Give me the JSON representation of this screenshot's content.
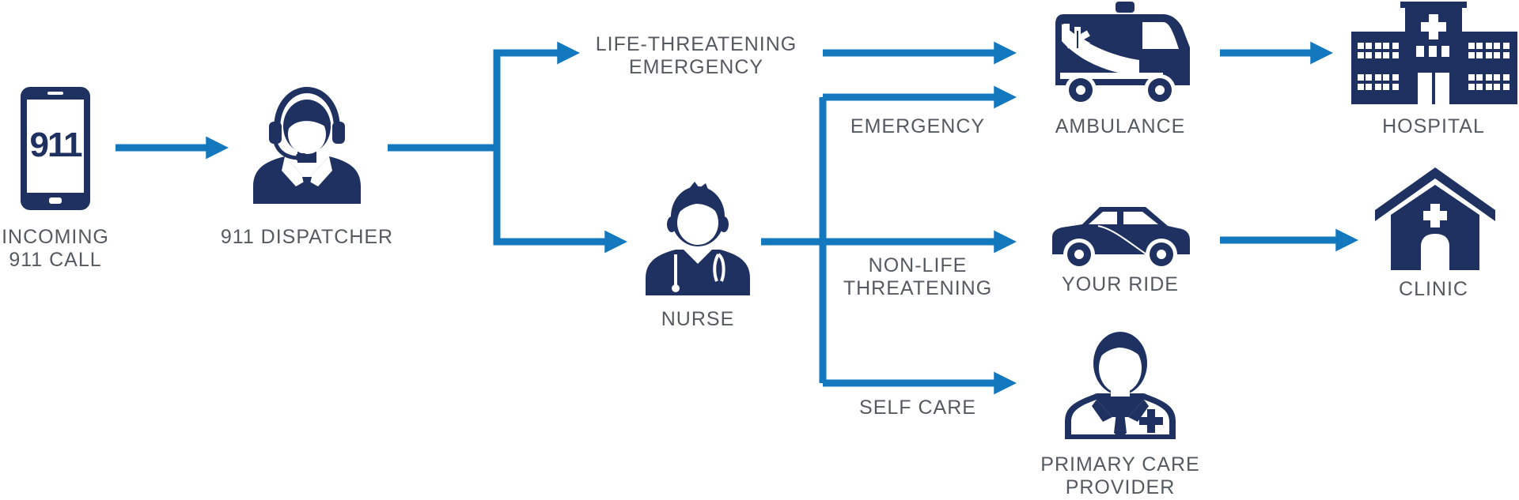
{
  "colors": {
    "arrow": "#1478be",
    "icon": "#1f3160",
    "label": "#555a60",
    "background": "#ffffff"
  },
  "nodes": {
    "incoming_call": {
      "label_line1": "INCOMING",
      "label_line2": "911 CALL",
      "icon": "smartphone-icon",
      "phone_text": "911"
    },
    "dispatcher": {
      "label": "911 DISPATCHER",
      "icon": "dispatcher-headset-icon"
    },
    "nurse": {
      "label": "NURSE",
      "icon": "nurse-stethoscope-icon"
    },
    "ambulance": {
      "label": "AMBULANCE",
      "icon": "ambulance-icon"
    },
    "your_ride": {
      "label": "YOUR RIDE",
      "icon": "car-icon"
    },
    "primary_care": {
      "label_line1": "PRIMARY CARE",
      "label_line2": "PROVIDER",
      "icon": "doctor-icon"
    },
    "hospital": {
      "label": "HOSPITAL",
      "icon": "hospital-icon"
    },
    "clinic": {
      "label": "CLINIC",
      "icon": "clinic-icon"
    }
  },
  "edges": {
    "life_threatening": {
      "label_line1": "LIFE-THREATENING",
      "label_line2": "EMERGENCY"
    },
    "emergency": {
      "label": "EMERGENCY"
    },
    "non_life_threatening": {
      "label_line1": "NON-LIFE",
      "label_line2": "THREATENING"
    },
    "self_care": {
      "label": "SELF CARE"
    }
  }
}
